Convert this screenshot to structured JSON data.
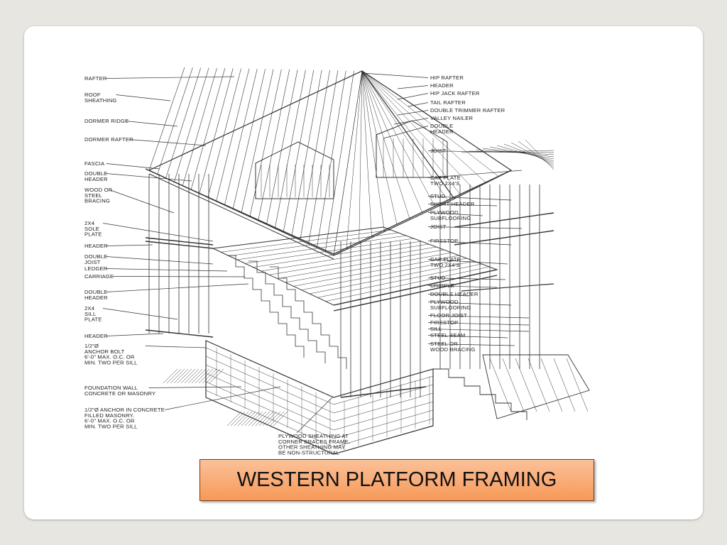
{
  "title": "WESTERN PLATFORM FRAMING",
  "labels": {
    "left": [
      [
        "RAFTER"
      ],
      [
        "ROOF",
        "SHEATHING"
      ],
      [
        "DORMER RIDGE"
      ],
      [
        "DORMER RAFTER"
      ],
      [
        "FASCIA"
      ],
      [
        "DOUBLE",
        "HEADER"
      ],
      [
        "WOOD OR",
        "STEEL",
        "BRACING"
      ],
      [
        "2X4",
        "SOLE",
        "PLATE"
      ],
      [
        "HEADER"
      ],
      [
        "DOUBLE",
        "JOIST"
      ],
      [
        "LEDGER"
      ],
      [
        "CARRIAGE"
      ],
      [
        "DOUBLE",
        "HEADER"
      ],
      [
        "2X4",
        "SILL",
        "PLATE"
      ],
      [
        "HEADER"
      ],
      [
        "1/2\"Ø",
        "ANCHOR BOLT",
        "6'-0\" MAX. O.C. OR",
        "MIN. TWO PER SILL"
      ],
      [
        "FOUNDATION WALL",
        "CONCRETE OR MASONRY"
      ],
      [
        "1/2\"Ø ANCHOR IN CONCRETE",
        "FILLED MASONRY.",
        "6'-0\" MAX. O.C. OR",
        "MIN. TWO PER SILL"
      ]
    ],
    "right": [
      [
        "HIP RAFTER"
      ],
      [
        "HEADER"
      ],
      [
        "HIP JACK RAFTER"
      ],
      [
        "TAIL RAFTER"
      ],
      [
        "DOUBLE TRIMMER RAFTER"
      ],
      [
        "VALLEY NAILER"
      ],
      [
        "DOUBLE",
        "HEADER"
      ],
      [
        "JOIST"
      ],
      [
        "CAP PLATE",
        "TWO 2X4'S"
      ],
      [
        "STUD"
      ],
      [
        "SHORT HEADER"
      ],
      [
        "PLYWOOD",
        "SUBFLOORING"
      ],
      [
        "JOIST"
      ],
      [
        "FIRESTOP"
      ],
      [
        "CAP PLATE",
        "TWO 2X4'S"
      ],
      [
        "STUD"
      ],
      [
        "CRIPPLE"
      ],
      [
        "DOUBLE HEADER"
      ],
      [
        "PLYWOOD",
        "SUBFLOORING"
      ],
      [
        "FLOOR JOIST"
      ],
      [
        "FIRESTOP"
      ],
      [
        "SILL"
      ],
      [
        "STEEL BEAM"
      ],
      [
        "STEEL OR",
        "WOOD BRACING"
      ]
    ],
    "bottom": [
      [
        "PLYWOOD SHEATHING AT",
        "CORNER BRACES FRAME,",
        "OTHER SHEATHING MAY",
        "BE NON-STRUCTURAL"
      ]
    ]
  }
}
